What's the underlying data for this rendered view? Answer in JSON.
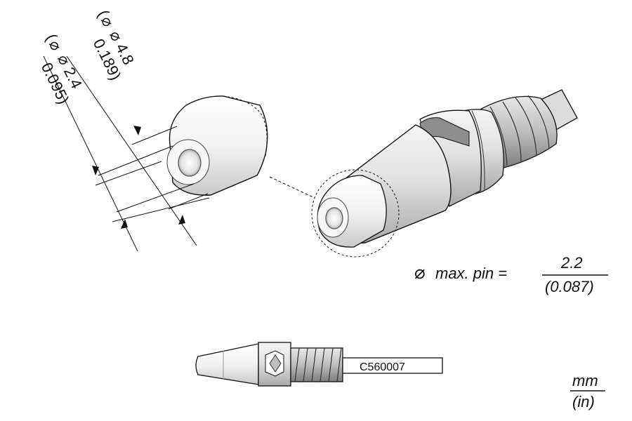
{
  "dimensions": {
    "outer_mm": "4.8",
    "outer_in": "0.189)",
    "inner_mm": "2.4",
    "inner_in": "0.095)",
    "paren_open": "(",
    "diameter_symbol": "⌀"
  },
  "max_pin": {
    "symbol": "⌀",
    "label": "max. pin =",
    "value_mm": "2.2",
    "value_in": "(0.087)"
  },
  "part_code": "C560007",
  "units": {
    "top": "mm",
    "bottom": "(in)"
  },
  "colors": {
    "line": "#111111",
    "body_light": "#f2f2f2",
    "body_shade": "#cfcfcf",
    "body_dark": "#9a9a9a"
  }
}
